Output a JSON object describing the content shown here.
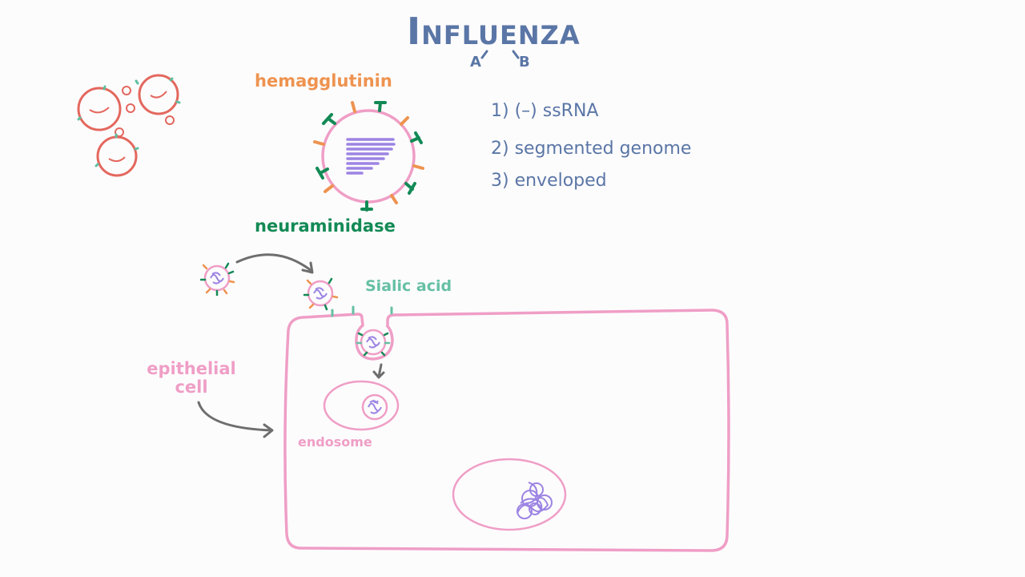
{
  "diagram": {
    "title": "Influenza",
    "types": {
      "a": "A",
      "b": "B"
    },
    "hemagglutinin_label": "hemagglutinin",
    "neuraminidase_label": "neuraminidase",
    "facts": [
      "1) (–) ssRNA",
      "2) segmented genome",
      "3) enveloped"
    ],
    "sialic_acid_label": "Sialic acid",
    "epithelial_label": "epithelial cell",
    "endosome_label": "endosome"
  },
  "colors": {
    "title_blue": "#5a76a6",
    "hemagglutinin_orange": "#ee9350",
    "neuraminidase_green": "#138a55",
    "sialic_teal": "#66c0a4",
    "cell_pink": "#ef9ec6",
    "rbc_red": "#e3685e",
    "rna_purple": "#9c84e3",
    "arrow_gray": "#6e6e6e"
  }
}
